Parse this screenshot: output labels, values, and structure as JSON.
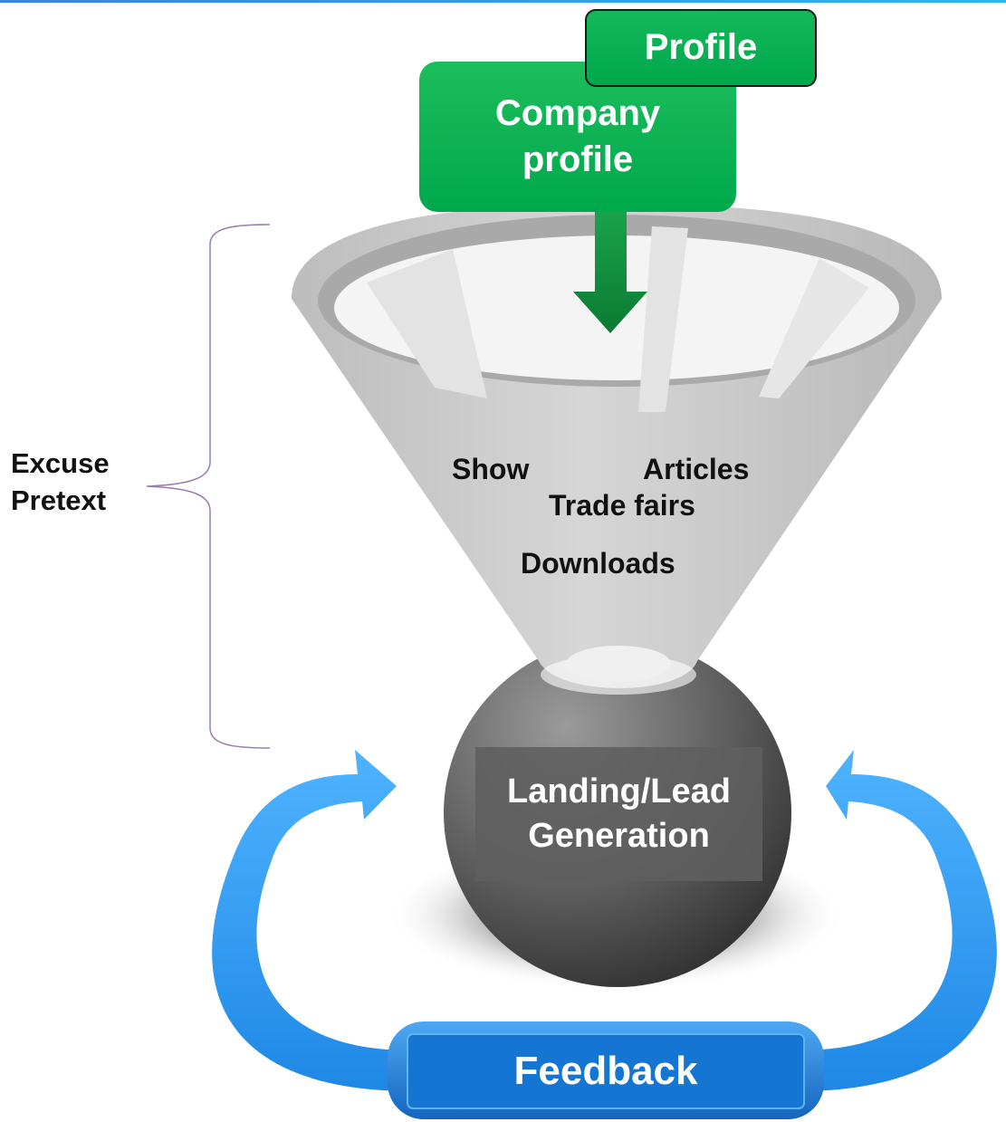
{
  "diagram": {
    "top_box": {
      "label": "Profile"
    },
    "input_box": {
      "line1": "Company",
      "line2": "profile"
    },
    "bracket_label": {
      "line1": "Excuse",
      "line2": "Pretext"
    },
    "funnel_items": {
      "show": "Show",
      "articles": "Articles",
      "trade_fairs": "Trade fairs",
      "downloads": "Downloads"
    },
    "center": {
      "line1": "Landing/Lead",
      "line2": "Generation"
    },
    "feedback": {
      "label": "Feedback"
    }
  },
  "colors": {
    "green": "#00a84c",
    "blue_arrow": "#2196f3",
    "feedback_blue": "#1476d2",
    "funnel_gray": "#c8c8c8",
    "sphere_gray": "#5a5a5a",
    "bracket": "#9b7bb0"
  }
}
